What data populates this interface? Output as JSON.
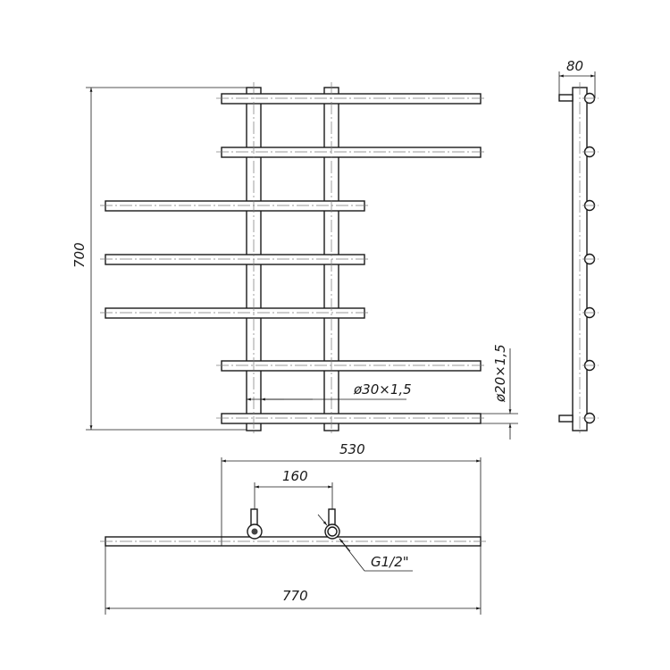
{
  "drawing": {
    "title": "Towel rail technical drawing",
    "dimensions": {
      "height": "700",
      "depth": "80",
      "vertical_pipe": "ø30×1,5",
      "horizontal_pipe": "ø20×1,5",
      "inner_width": "530",
      "connection_spacing": "160",
      "total_width": "770",
      "thread": "G1/2\""
    },
    "bars": [
      {
        "type": "long"
      },
      {
        "type": "long"
      },
      {
        "type": "short"
      },
      {
        "type": "short"
      },
      {
        "type": "short"
      },
      {
        "type": "long"
      },
      {
        "type": "long"
      }
    ],
    "line_color": "#1a1a1a"
  }
}
